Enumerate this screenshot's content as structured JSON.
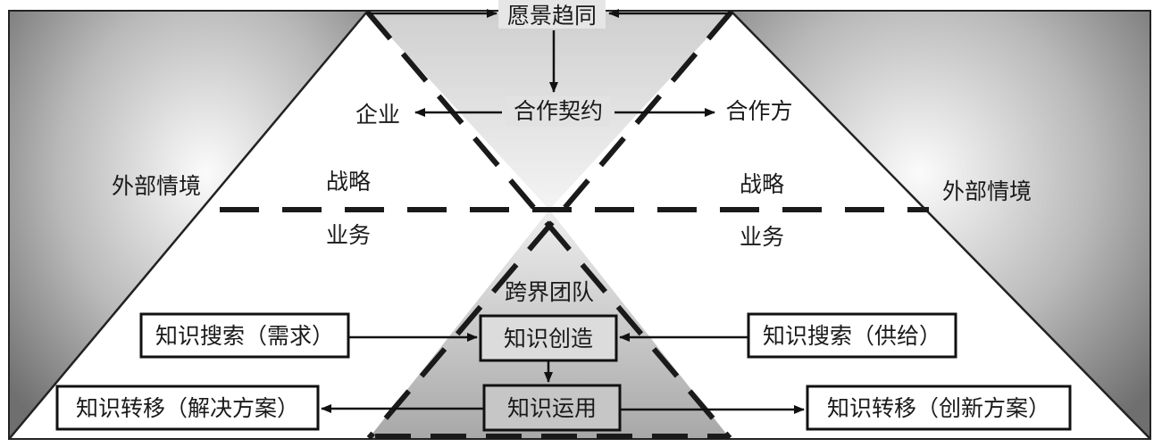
{
  "diagram": {
    "top": {
      "vision": "愿景趋同",
      "contract": "合作契约",
      "enterprise": "企业",
      "partner": "合作方"
    },
    "left": {
      "context": "外部情境",
      "strategy": "战略",
      "business": "业务"
    },
    "right": {
      "context": "外部情境",
      "strategy": "战略",
      "business": "业务"
    },
    "bottom": {
      "team": "跨界团队",
      "search_demand": "知识搜索（需求）",
      "search_supply": "知识搜索（供给）",
      "create": "知识创造",
      "apply": "知识运用",
      "transfer_solution": "知识转移（解决方案）",
      "transfer_innovation": "知识转移（创新方案）"
    }
  }
}
